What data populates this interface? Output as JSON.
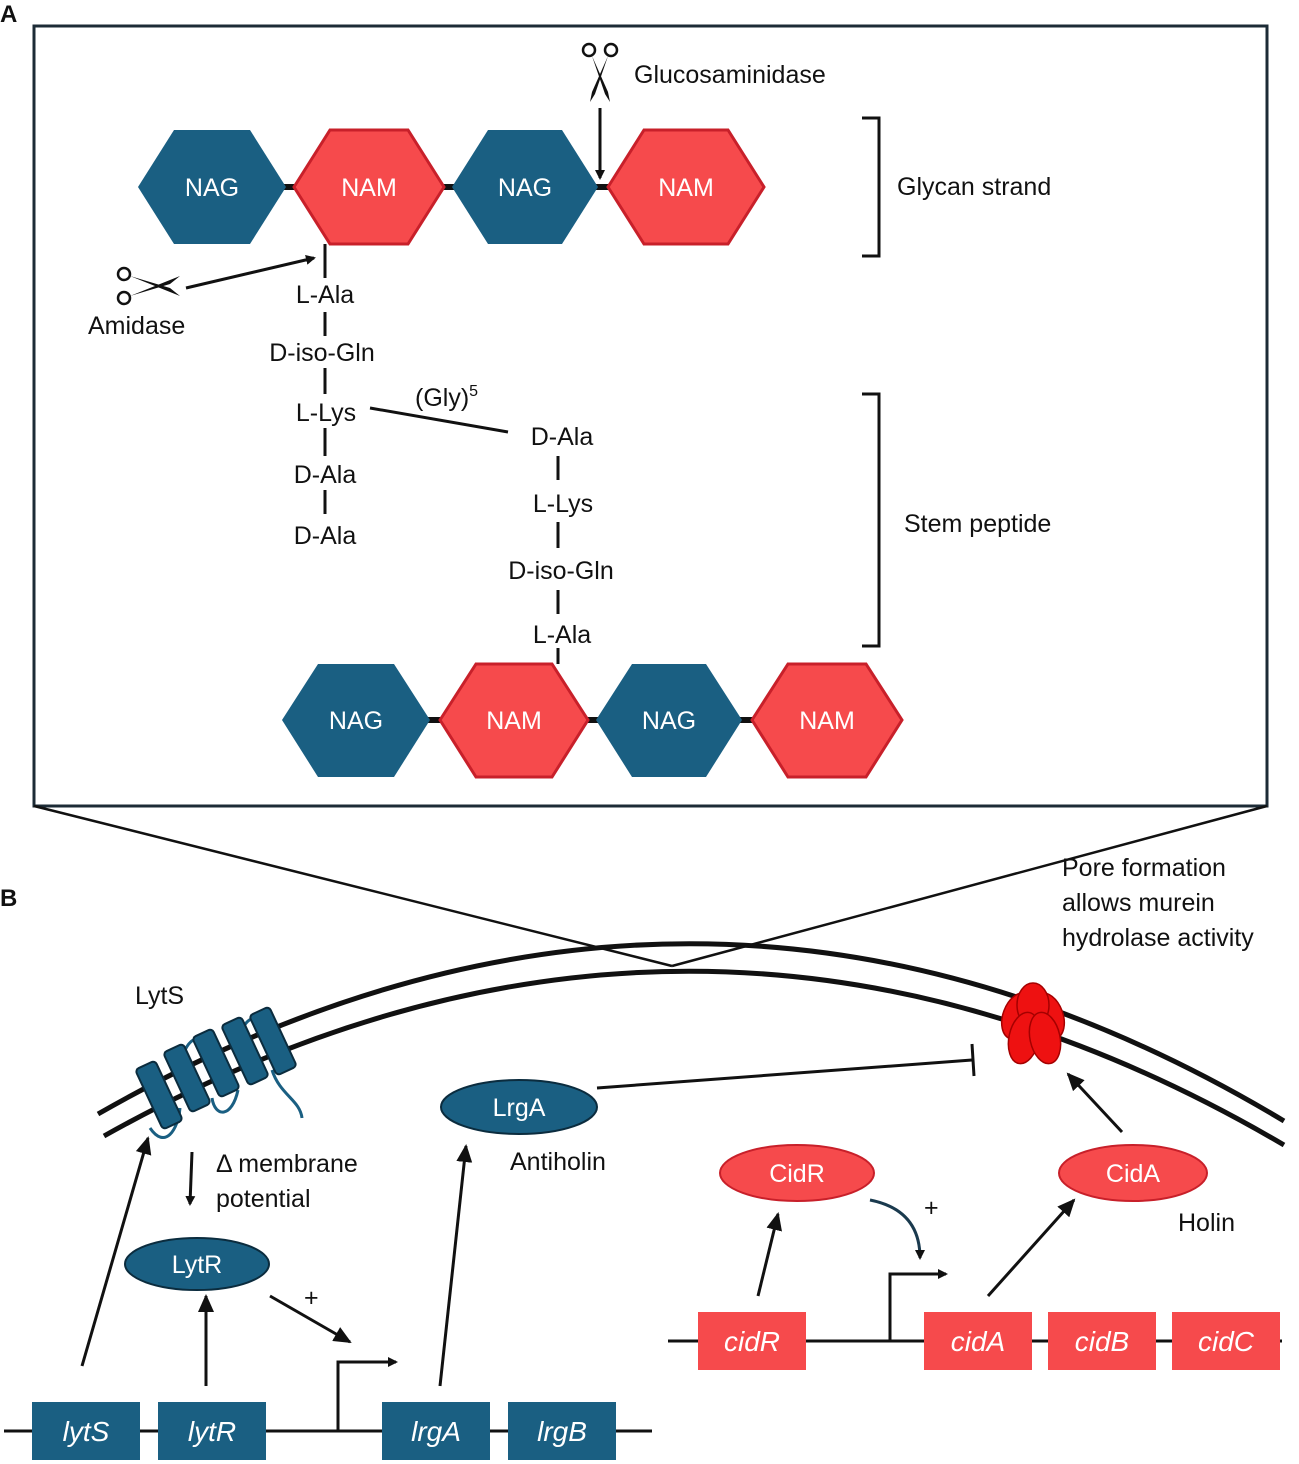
{
  "panel_a": {
    "letter": "A",
    "glucosaminidase": "Glucosaminidase",
    "amidase": "Amidase",
    "glycan_strand": "Glycan strand",
    "stem_peptide": "Stem peptide",
    "top_strand": [
      "NAG",
      "NAM",
      "NAG",
      "NAM"
    ],
    "bottom_strand": [
      "NAG",
      "NAM",
      "NAG",
      "NAM"
    ],
    "left_peptide": [
      "L-Ala",
      "D-iso-Gln",
      "L-Lys",
      "D-Ala",
      "D-Ala"
    ],
    "right_peptide": [
      "D-Ala",
      "L-Lys",
      "D-iso-Gln",
      "L-Ala"
    ],
    "crosslink": "(Gly)",
    "crosslink_sup": "5"
  },
  "panel_b": {
    "letter": "B",
    "pore_line1": "Pore formation",
    "pore_line2": "allows murein",
    "pore_line3": "hydrolase activity",
    "lyts": "LytS",
    "delta_line1": "Δ membrane",
    "delta_line2": "potential",
    "lytr": "LytR",
    "lrga": "LrgA",
    "antiholin": "Antiholin",
    "cidr": "CidR",
    "cida": "CidA",
    "holin": "Holin",
    "plus": "+",
    "lrg_operon": [
      "lytS",
      "lytR",
      "lrgA",
      "lrgB"
    ],
    "cid_operon": [
      "cidR",
      "cidA",
      "cidB",
      "cidC"
    ]
  },
  "colors": {
    "blue": "#1a5f82",
    "red": "#f64a4c",
    "red_stroke": "#c8202a",
    "pore": "#ee1111"
  }
}
